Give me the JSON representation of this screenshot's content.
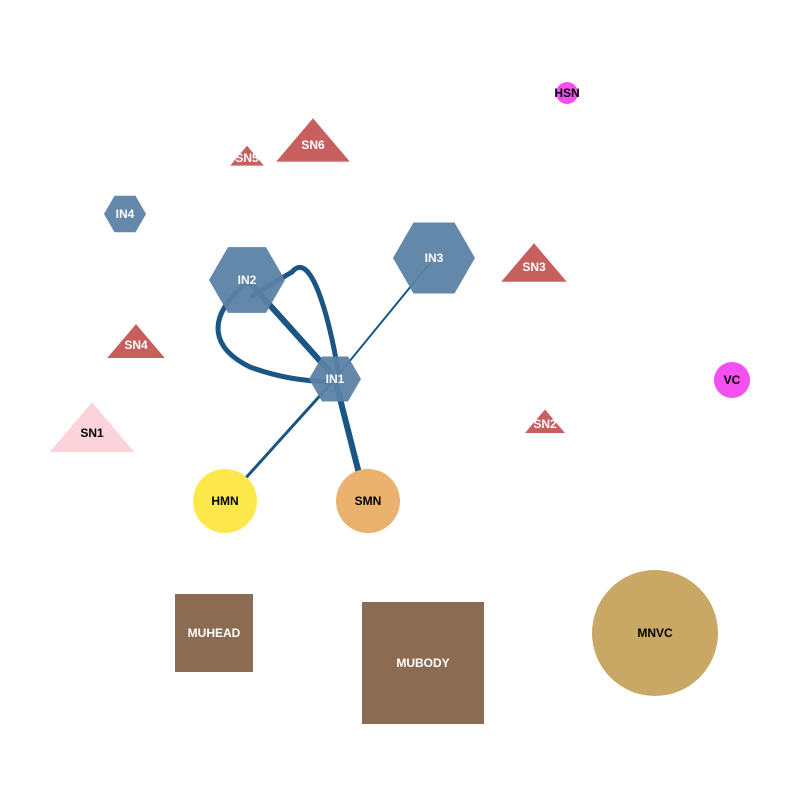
{
  "nodes": [
    {
      "id": "HSN",
      "label": "HSN",
      "shape": "circle",
      "color": "#f44ff0",
      "text_color": "#000000"
    },
    {
      "id": "SN5",
      "label": "SN5",
      "shape": "triangle",
      "color": "#c85f5f",
      "text_color": "#ffffff"
    },
    {
      "id": "SN6",
      "label": "SN6",
      "shape": "triangle",
      "color": "#c85f5f",
      "text_color": "#ffffff"
    },
    {
      "id": "IN4",
      "label": "IN4",
      "shape": "hexagon",
      "color": "#5b82a4",
      "text_color": "#ffffff"
    },
    {
      "id": "IN2",
      "label": "IN2",
      "shape": "hexagon",
      "color": "#5b82a4",
      "text_color": "#ffffff"
    },
    {
      "id": "IN3",
      "label": "IN3",
      "shape": "hexagon",
      "color": "#5b82a4",
      "text_color": "#ffffff"
    },
    {
      "id": "SN3",
      "label": "SN3",
      "shape": "triangle",
      "color": "#c85f5f",
      "text_color": "#ffffff"
    },
    {
      "id": "SN4",
      "label": "SN4",
      "shape": "triangle",
      "color": "#c85f5f",
      "text_color": "#ffffff"
    },
    {
      "id": "IN1",
      "label": "IN1",
      "shape": "hexagon",
      "color": "#5b82a4",
      "text_color": "#ffffff"
    },
    {
      "id": "VC",
      "label": "VC",
      "shape": "circle",
      "color": "#f44ff0",
      "text_color": "#000000"
    },
    {
      "id": "SN1",
      "label": "SN1",
      "shape": "triangle",
      "color": "#fcd3da",
      "text_color": "#000000"
    },
    {
      "id": "SN2",
      "label": "SN2",
      "shape": "triangle",
      "color": "#c85f5f",
      "text_color": "#ffffff"
    },
    {
      "id": "HMN",
      "label": "HMN",
      "shape": "circle",
      "color": "#fce84a",
      "text_color": "#000000"
    },
    {
      "id": "SMN",
      "label": "SMN",
      "shape": "circle",
      "color": "#eab26e",
      "text_color": "#000000"
    },
    {
      "id": "MUHEAD",
      "label": "MUHEAD",
      "shape": "square",
      "color": "#8b6b52",
      "text_color": "#ffffff"
    },
    {
      "id": "MUBODY",
      "label": "MUBODY",
      "shape": "square",
      "color": "#8b6b52",
      "text_color": "#ffffff"
    },
    {
      "id": "MNVC",
      "label": "MNVC",
      "shape": "circle",
      "color": "#c9a866",
      "text_color": "#000000"
    }
  ],
  "edges": [
    {
      "from": "IN1",
      "to": "IN2",
      "style": "thick"
    },
    {
      "from": "IN2",
      "to": "IN1",
      "style": "loop"
    },
    {
      "from": "IN1",
      "to": "IN2",
      "style": "loop"
    },
    {
      "from": "IN1",
      "to": "IN3",
      "style": "thin"
    },
    {
      "from": "IN1",
      "to": "HMN",
      "style": "medium"
    },
    {
      "from": "IN1",
      "to": "SMN",
      "style": "thick"
    }
  ],
  "edge_color": "#1b5583"
}
